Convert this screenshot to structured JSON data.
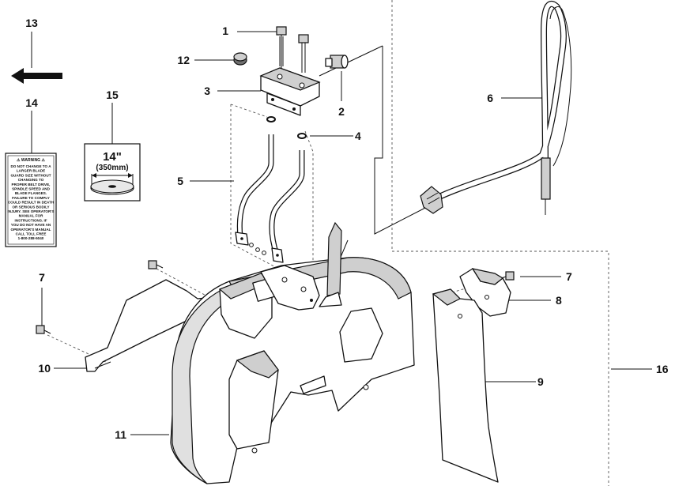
{
  "callouts": {
    "c1": "1",
    "c2": "2",
    "c3": "3",
    "c4": "4",
    "c5": "5",
    "c6": "6",
    "c7a": "7",
    "c7b": "7",
    "c8": "8",
    "c9": "9",
    "c10": "10",
    "c11": "11",
    "c12": "12",
    "c13": "13",
    "c14": "14",
    "c15": "15",
    "c16": "16"
  },
  "warning_label": {
    "header": "⚠  WARNING  ⚠",
    "lines": [
      "DO NOT CHANGE TO A",
      "LARGER BLADE",
      "GUARD SIZE WITHOUT",
      "CHANGING TO",
      "PROPER BELT DRIVE,",
      "SPINDLE SPEED AND",
      "BLADE FLANGES.",
      "FAILURE TO COMPLY",
      "COULD RESULT IN DEATH",
      "OR SERIOUS BODILY",
      "INJURY. SEE OPERATOR'S",
      "MANUAL FOR",
      "INSTRUCTIONS. IF",
      "YOU DO NOT HAVE AN",
      "OPERATOR'S MANUAL",
      "CALL TOLL FREE",
      "1-800-288-5040"
    ]
  },
  "size_decal": {
    "inches": "14\"",
    "mm": "(350mm)"
  }
}
